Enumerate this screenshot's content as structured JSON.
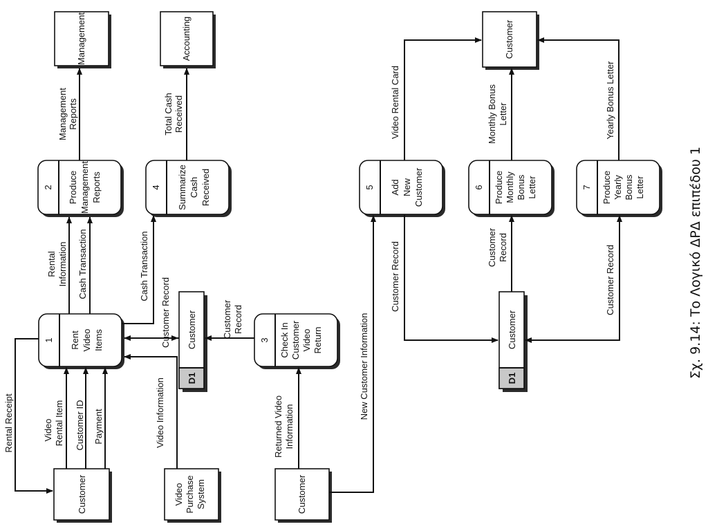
{
  "caption": "Σχ. 9.14: Το Λογικό ΔΡΔ επιπέδου 1",
  "entities": {
    "management": "Management",
    "accounting": "Accounting",
    "customer_top_right": "Customer",
    "customer_bl1": "Customer",
    "video_purchase_system": [
      "Video",
      "Purchase",
      "System"
    ],
    "customer_bl2": "Customer"
  },
  "processes": [
    {
      "id": "1",
      "lines": [
        "Rent",
        "Video",
        "Items"
      ]
    },
    {
      "id": "2",
      "lines": [
        "Produce",
        "Management",
        "Reports"
      ]
    },
    {
      "id": "3",
      "lines": [
        "Check In",
        "Customer",
        "Video",
        "Return"
      ]
    },
    {
      "id": "4",
      "lines": [
        "Summarize",
        "Cash",
        "Received"
      ]
    },
    {
      "id": "5",
      "lines": [
        "Add",
        "New",
        "Customer"
      ]
    },
    {
      "id": "6",
      "lines": [
        "Produce",
        "Monthly",
        "Bonus",
        "Letter"
      ]
    },
    {
      "id": "7",
      "lines": [
        "Produce",
        "Yearly",
        "Bonus",
        "Letter"
      ]
    }
  ],
  "stores": [
    {
      "id": "D1",
      "label": "Customer"
    },
    {
      "id": "D1",
      "label": "Customer"
    }
  ],
  "flows": {
    "management_reports": [
      "Management",
      "Reports"
    ],
    "total_cash_received": [
      "Total Cash",
      "Received"
    ],
    "rental_information": [
      "Rental",
      "Information"
    ],
    "cash_transaction_1": "Cash Transaction",
    "cash_transaction_2": "Cash Transaction",
    "customer_record_1": "Customer Record",
    "customer_record_2": [
      "Customer",
      "Record"
    ],
    "rental_receipt": "Rental Receipt",
    "video_rental_item": [
      "Video",
      "Rental Item"
    ],
    "customer_id": "Customer ID",
    "payment": "Payment",
    "video_information": "Video Information",
    "returned_video_information": [
      "Returned Video",
      "Information"
    ],
    "new_customer_information": "New Customer Information",
    "video_rental_card": "Video Rental Card",
    "monthly_bonus_letter": [
      "Monthly Bonus",
      "Letter"
    ],
    "yearly_bonus_letter": "Yearly Bonus Letter",
    "customer_record_3": "Customer Record",
    "customer_record_4": [
      "Customer",
      "Record"
    ],
    "customer_record_5": "Customer Record"
  }
}
